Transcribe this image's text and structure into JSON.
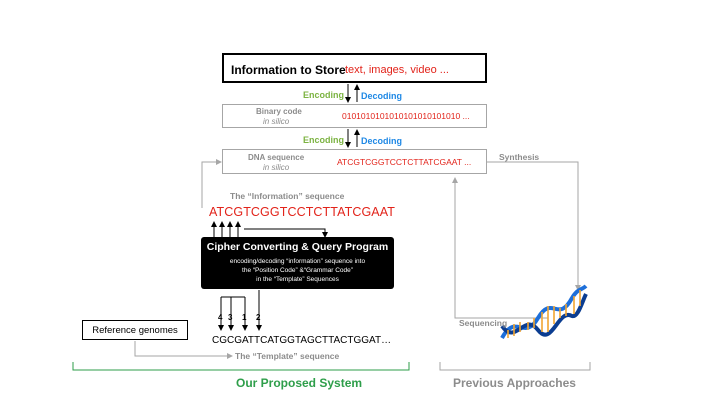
{
  "info_box": {
    "title": "Information to Store",
    "examples": "text, images, video ..."
  },
  "encoding_label": "Encoding",
  "decoding_label": "Decoding",
  "binary_box": {
    "title": "Binary code",
    "subtitle": "in silico",
    "value": "0101010101010101010101010 ..."
  },
  "dna_box": {
    "title": "DNA sequence",
    "subtitle": "in silico",
    "value": "ATCGTCGGTCCTCTTATCGAAT ..."
  },
  "synthesis_label": "Synthesis",
  "sequencing_label": "Sequencing",
  "info_seq": {
    "label": "The “Information” sequence",
    "value": "ATCGTCGGTCCTCTTATCGAAT"
  },
  "program": {
    "title": "Cipher Converting & Query Program",
    "desc1": "encoding/decoding “information” sequence into",
    "desc2": "the “Position Code” &“Grammar Code”",
    "desc3": "in the “Template” Sequences"
  },
  "position_numbers": [
    "4",
    "3",
    "1",
    "2"
  ],
  "reference_genomes": "Reference genomes",
  "template_seq": {
    "value": "CGCGATTCATGGTAGCTTACTGGAT…",
    "label": "The “Template” sequence"
  },
  "proposed_system": "Our Proposed System",
  "previous_approaches": "Previous Approaches",
  "colors": {
    "red": "#e2231a",
    "green": "#7cb342",
    "blue": "#1e88e5",
    "proposed": "#2e9e4a",
    "gray": "#8c8c8c"
  }
}
